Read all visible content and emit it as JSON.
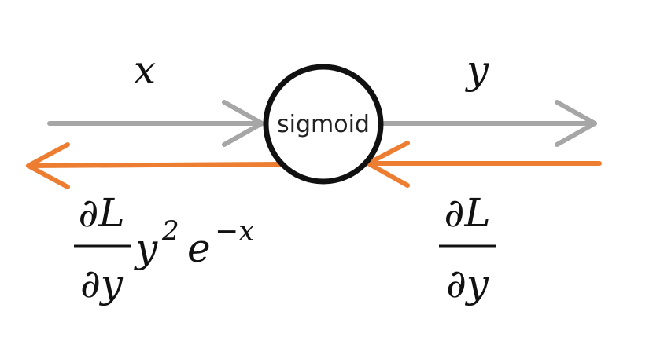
{
  "node": {
    "label": "sigmoid"
  },
  "forward": {
    "input_label": "x",
    "output_label": "y"
  },
  "backward": {
    "upstream_grad": {
      "numerator": "∂L",
      "denominator": "∂y"
    },
    "local_grad": {
      "numerator": "∂L",
      "denominator": "∂y",
      "factor_base": "y",
      "factor_base_exp": "2",
      "factor_exp_base": "e",
      "factor_exp": "−x"
    }
  },
  "colors": {
    "forward_arrow": "#a6a6a6",
    "backward_arrow": "#ed7d31",
    "node_stroke": "#111111",
    "text": "#111111"
  }
}
